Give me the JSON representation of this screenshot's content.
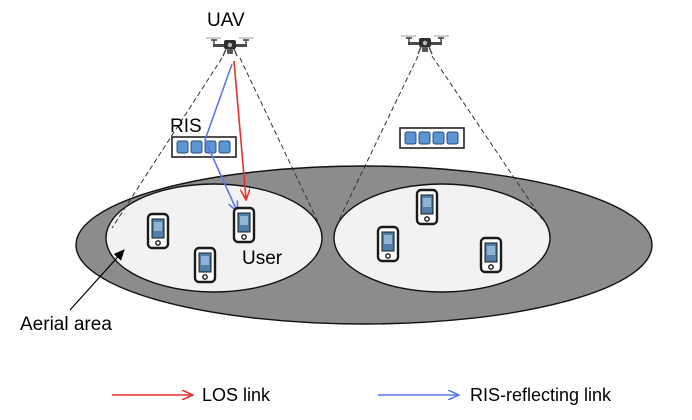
{
  "labels": {
    "uav": "UAV",
    "ris": "RIS",
    "user": "User",
    "aerial_area": "Aerial area"
  },
  "legend": {
    "los": "LOS link",
    "ris_reflecting": "RIS-reflecting link"
  },
  "colors": {
    "los": "#e8302a",
    "ris_reflecting": "#5a78e6",
    "ground_ellipse": "#8c8c8c",
    "coverage_ellipse": "#f2f2f2",
    "ris_element": "#5b95d3"
  },
  "icons": [
    "drone-icon",
    "ris-panel-icon",
    "phone-icon",
    "arrow-icon"
  ]
}
